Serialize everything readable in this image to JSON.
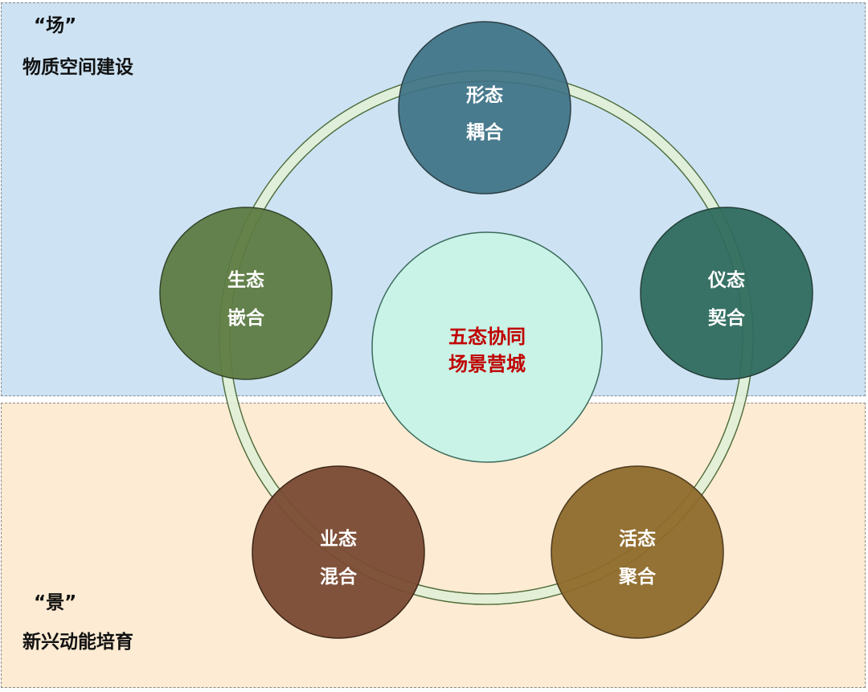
{
  "regions": {
    "top": {
      "quote": "“场”",
      "subtitle": "物质空间建设",
      "color": "#cde3f4"
    },
    "bottom": {
      "quote": "“景”",
      "subtitle": "新兴动能培育",
      "color": "#fdebd3"
    }
  },
  "center": {
    "line1": "五态协同",
    "line2": "场景营城",
    "fill": "#c8f3e6",
    "text_color": "#c00000"
  },
  "nodes": [
    {
      "key": "form",
      "line1": "形态",
      "line2": "耦合",
      "color": "#3e7284"
    },
    {
      "key": "ritual",
      "line1": "仪态",
      "line2": "契合",
      "color": "#2f6b5e"
    },
    {
      "key": "activity",
      "line1": "活态",
      "line2": "聚合",
      "color": "#8e6a2b"
    },
    {
      "key": "business",
      "line1": "业态",
      "line2": "混合",
      "color": "#7a4a33"
    },
    {
      "key": "ecology",
      "line1": "生态",
      "line2": "嵌合",
      "color": "#5d7b42"
    }
  ],
  "ring_color": "#e1efd7"
}
